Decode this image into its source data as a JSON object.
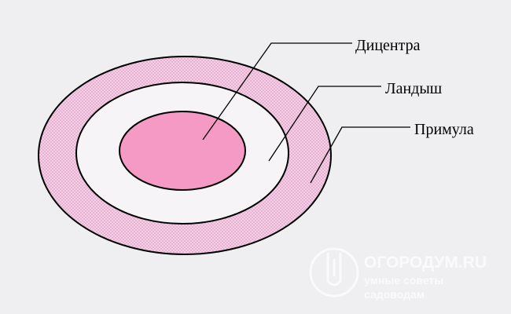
{
  "diagram": {
    "rings": [
      {
        "name": "Дицентра",
        "color": "#f49ac4"
      },
      {
        "name": "Ландыш",
        "color": "#f6f4f6"
      },
      {
        "name": "Примула",
        "color": "#f2c8e2"
      }
    ],
    "labels": {
      "inner": "Дицентра",
      "middle": "Ландыш",
      "outer": "Примула"
    }
  },
  "watermark": {
    "title": "ОГОРОДУМ.RU",
    "subtitle_line1": "умные советы",
    "subtitle_line2": "садоводам"
  }
}
